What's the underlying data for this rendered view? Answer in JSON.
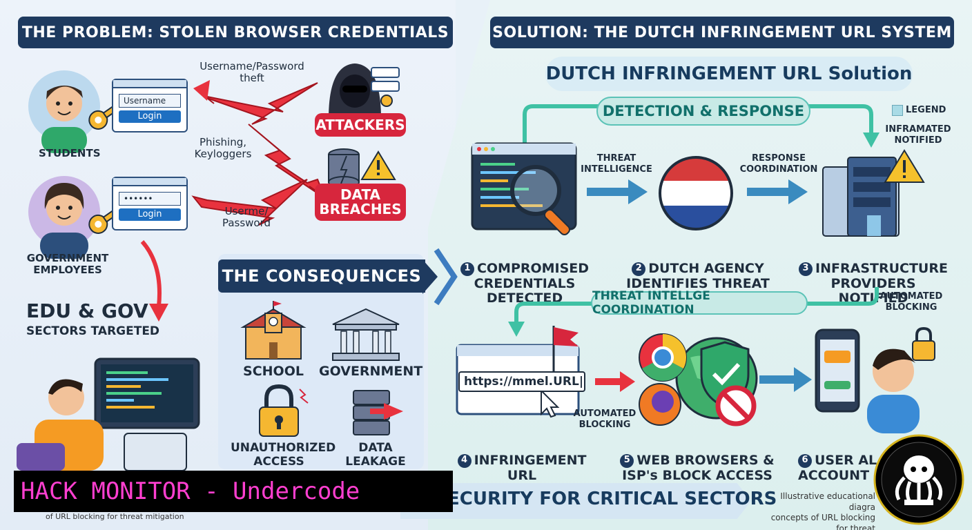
{
  "problem": {
    "title": "THE PROBLEM: STOLEN BROWSER CREDENTIALS",
    "students_label": "STUDENTS",
    "gov_label": "GOVERNMENT\nEMPLOYEES",
    "field_username": "Username",
    "field_password": "••••••",
    "login_label": "Login",
    "arrow1_label": "Username/Password\ntheft",
    "arrow2_label": "Phishing,\nKeyloggers",
    "arrow3_label": "Userme/\nPassword",
    "attackers": "ATTACKERS",
    "breaches": "DATA\nBREACHES",
    "edu_gov": "EDU & GOV",
    "sectors_targeted": "SECTORS TARGETED"
  },
  "consequences": {
    "title": "THE CONSEQUENCES",
    "items": [
      "SCHOOL",
      "GOVERNMENT",
      "UNAUTHORIZED\nACCESS",
      "DATA\nLEAKAGE"
    ]
  },
  "solution": {
    "title": "SOLUTION: THE DUTCH INFRINGEMENT URL SYSTEM",
    "subtitle": "DUTCH INFRINGEMENT URL Solution",
    "detection": "DETECTION & RESPONSE",
    "legend": "LEGEND",
    "inframated": "INFRAMATED\nNOTIFIED",
    "threat_intel": "THREAT\nINTELLIGENCE",
    "response_coord": "RESPONSE\nCOORDINATION",
    "step1": "COMPROMISED\nCREDENTIALS\nDETECTED",
    "step2": "DUTCH AGENCY\nIDENTIFIES THREAT",
    "step3": "INFRASTRUCTURE\nPROVIDERS NOTIFIED",
    "coordination": "THREAT INTELLGE COORDINATION",
    "auto_blocking_1": "AUTOMATED\nBLOCKING",
    "auto_blocking_2": "AUTOMATED\nBLOCKING",
    "url": "https://mmel.URL|",
    "step4": "INFRINGEMENT URL\nIS GENERATED",
    "step5": "WEB BROWSERS &\nISP's BLOCK ACCESS",
    "step6": "USER AL\nACCOUNT",
    "step_numbers": [
      "1",
      "2",
      "3",
      "4",
      "5",
      "6"
    ]
  },
  "footer": {
    "security": "ECURITY FOR CRITICAL SECTORS",
    "note": "Illustrative educational diagra\nconcepts of URL blocking for threat"
  },
  "watermark": {
    "text": "HACK MONITOR - Undercode",
    "below": "of URL blocking for threat mitigation"
  },
  "colors": {
    "dark_navy": "#1e3a5f",
    "alert_red": "#d7263d",
    "teal": "#11706b",
    "flag_red": "#d63b3b",
    "flag_blue": "#2a4f9e"
  }
}
